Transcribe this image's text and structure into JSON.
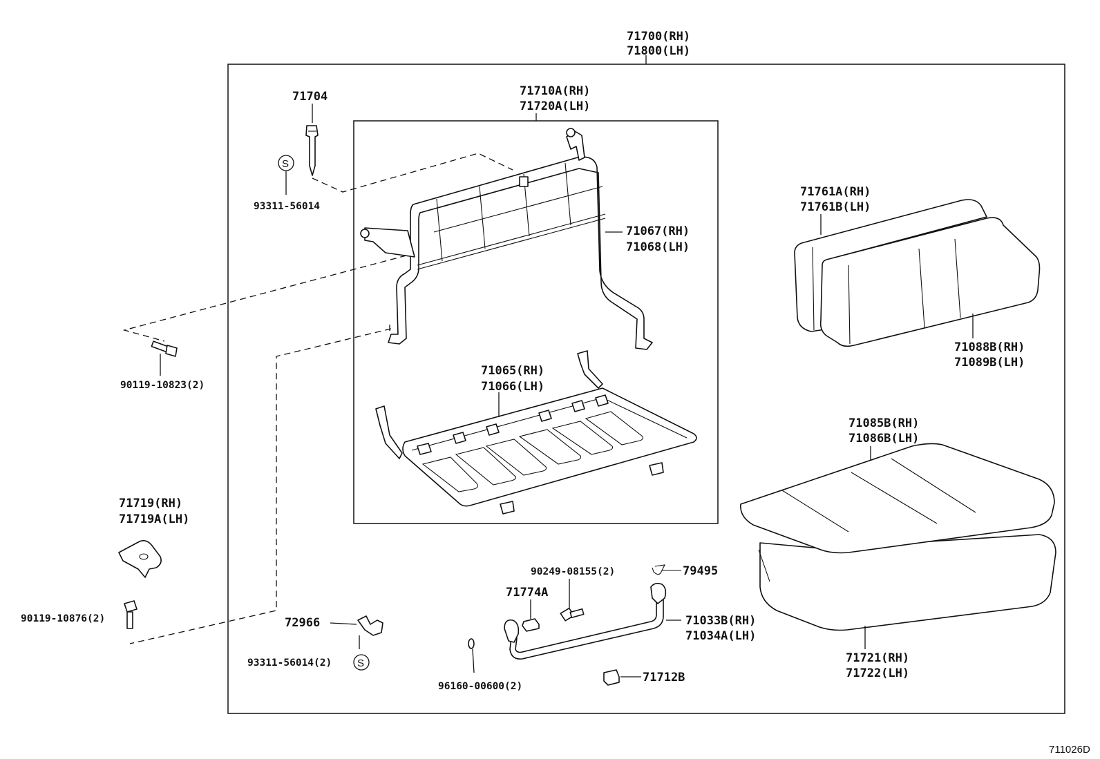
{
  "diagram": {
    "reference_code": "711026D",
    "labels": {
      "assy_rh": "71700(RH)",
      "assy_lh": "71800(LH)",
      "p71704": "71704",
      "s_symbol_1": "S",
      "p93311_a": "93311-56014",
      "frame_rh": "71710A(RH)",
      "frame_lh": "71720A(LH)",
      "back_frame_rh": "71067(RH)",
      "back_frame_lh": "71068(LH)",
      "bolt_90119_10823": "90119-10823(2)",
      "cushion_frame_rh": "71065(RH)",
      "cushion_frame_lh": "71066(LH)",
      "back_cover_rh": "71761A(RH)",
      "back_cover_lh": "71761B(LH)",
      "back_pad_rh": "71088B(RH)",
      "back_pad_lh": "71089B(LH)",
      "cushion_cover_rh": "71085B(RH)",
      "cushion_cover_lh": "71086B(LH)",
      "cushion_pad_rh": "71721(RH)",
      "cushion_pad_lh": "71722(LH)",
      "cover_71719_rh": "71719(RH)",
      "cover_71719a_lh": "71719A(LH)",
      "bolt_90119_10876": "90119-10876(2)",
      "p72966": "72966",
      "p93311_b": "93311-56014(2)",
      "s_symbol_2": "S",
      "p90249": "90249-08155(2)",
      "p79495": "79495",
      "p71774a": "71774A",
      "hinge_rh": "71033B(RH)",
      "hinge_lh": "71034A(LH)",
      "p96160": "96160-00600(2)",
      "p71712b": "71712B"
    }
  }
}
